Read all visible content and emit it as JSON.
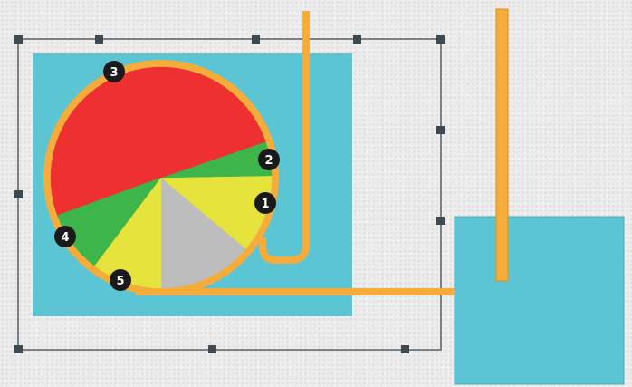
{
  "colors": {
    "background": "#ececec",
    "panel": "#5bc5d4",
    "pipe": "#f5ac3a",
    "pipe_edge": "#d98f1f",
    "frame": "#555f66",
    "handle": "#3d4a52",
    "marker": "#1a1a1a",
    "marker_text": "#ffffff"
  },
  "slices": [
    {
      "number": "1",
      "color": "#e5e33c"
    },
    {
      "number": "2",
      "color": "#3db54a"
    },
    {
      "number": "3",
      "color": "#ee3130"
    },
    {
      "number": "4",
      "color": "#3db54a"
    },
    {
      "number": "5",
      "color": "#e5e33c"
    }
  ],
  "remaining_slice_color": "#bdbdbd",
  "markers": [
    "1",
    "2",
    "3",
    "4",
    "5"
  ]
}
